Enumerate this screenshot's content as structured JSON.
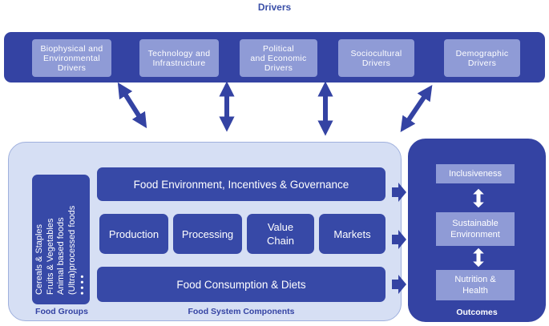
{
  "title": "Drivers",
  "drivers": [
    {
      "label": "Biophysical and\nEnvironmental\nDrivers"
    },
    {
      "label": "Technology and\nInfrastructure"
    },
    {
      "label": "Political\nand Economic\nDrivers"
    },
    {
      "label": "Sociocultural\nDrivers"
    },
    {
      "label": "Demographic\nDrivers"
    }
  ],
  "food_groups": {
    "items": [
      "Cereals & Staples",
      "Fruits & Vegetables",
      "Animal based foods",
      "(Ultra)processed foods"
    ],
    "more": "• • • •",
    "label": "Food Groups"
  },
  "components": {
    "environment": "Food Environment, Incentives & Governance",
    "supply_chain": [
      "Production",
      "Processing",
      "Value\nChain",
      "Markets"
    ],
    "consumption": "Food Consumption & Diets",
    "label": "Food System Components"
  },
  "outcomes": {
    "items": [
      "Inclusiveness",
      "Sustainable\nEnvironment",
      "Nutrition &\nHealth"
    ],
    "label": "Outcomes"
  },
  "colors": {
    "dark_blue": "#3443a3",
    "light_blue": "#8f9bd6",
    "panel": "#d6dff4"
  }
}
